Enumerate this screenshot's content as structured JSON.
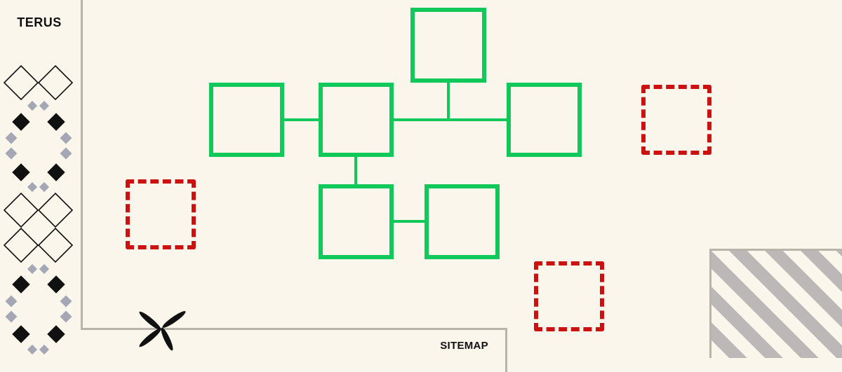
{
  "sidebar": {
    "brand": "TERUS"
  },
  "footer": {
    "sitemap_label": "SITEMAP"
  },
  "colors": {
    "node_border": "#11c85a",
    "connector": "#11c85a",
    "placeholder_dash": "#cc1111",
    "background": "#faf6ec",
    "divider": "#b9b4aa",
    "hatch": "#bcb8b8",
    "ornament_dark": "#111111",
    "ornament_grey": "#a4a7b4"
  },
  "diagram": {
    "nodes": [
      {
        "id": "top"
      },
      {
        "id": "left"
      },
      {
        "id": "center"
      },
      {
        "id": "right"
      },
      {
        "id": "bottom-left"
      },
      {
        "id": "bottom-right"
      }
    ],
    "edges": [
      [
        "left",
        "center"
      ],
      [
        "center",
        "right"
      ],
      [
        "top",
        "center-right-junction"
      ],
      [
        "center",
        "bottom-left"
      ],
      [
        "bottom-left",
        "bottom-right"
      ]
    ],
    "placeholders": [
      {
        "id": "placeholder-right"
      },
      {
        "id": "placeholder-left"
      },
      {
        "id": "placeholder-bottom"
      }
    ]
  },
  "icons": {
    "pinwheel": "pinwheel-icon"
  }
}
